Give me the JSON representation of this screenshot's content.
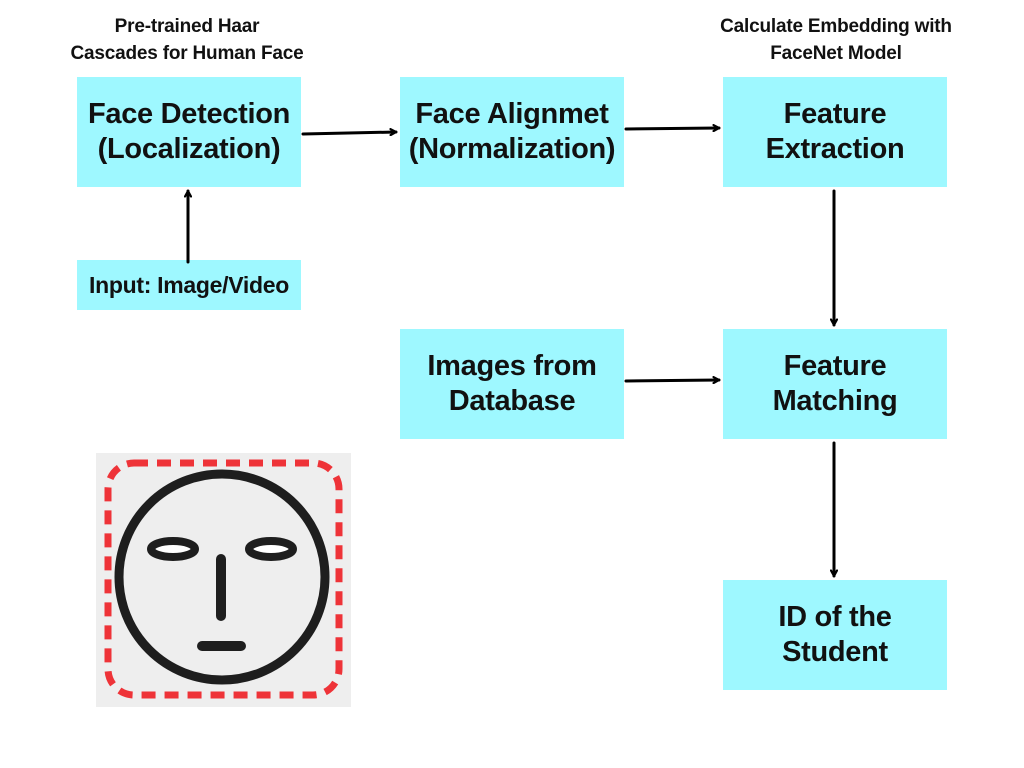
{
  "colors": {
    "box_fill": "#9ef8ff",
    "text": "#111111",
    "arrow": "#000000",
    "face_panel_bg": "#eeeeee",
    "face_outline": "#1e1e1e",
    "detection_frame": "#ee3338"
  },
  "notes": {
    "haar": "Pre-trained Haar\nCascades for Human Face",
    "facenet": "Calculate Embedding with\nFaceNet Model"
  },
  "boxes": {
    "face_detection": "Face Detection\n(Localization)",
    "face_alignment": "Face Alignmet\n(Normalization)",
    "feature_extraction": "Feature\nExtraction",
    "input": "Input: Image/Video",
    "images_database": "Images from\nDatabase",
    "feature_matching": "Feature\nMatching",
    "student_id": "ID of the\nStudent"
  },
  "illustration": {
    "icon": "face-detection-icon"
  }
}
